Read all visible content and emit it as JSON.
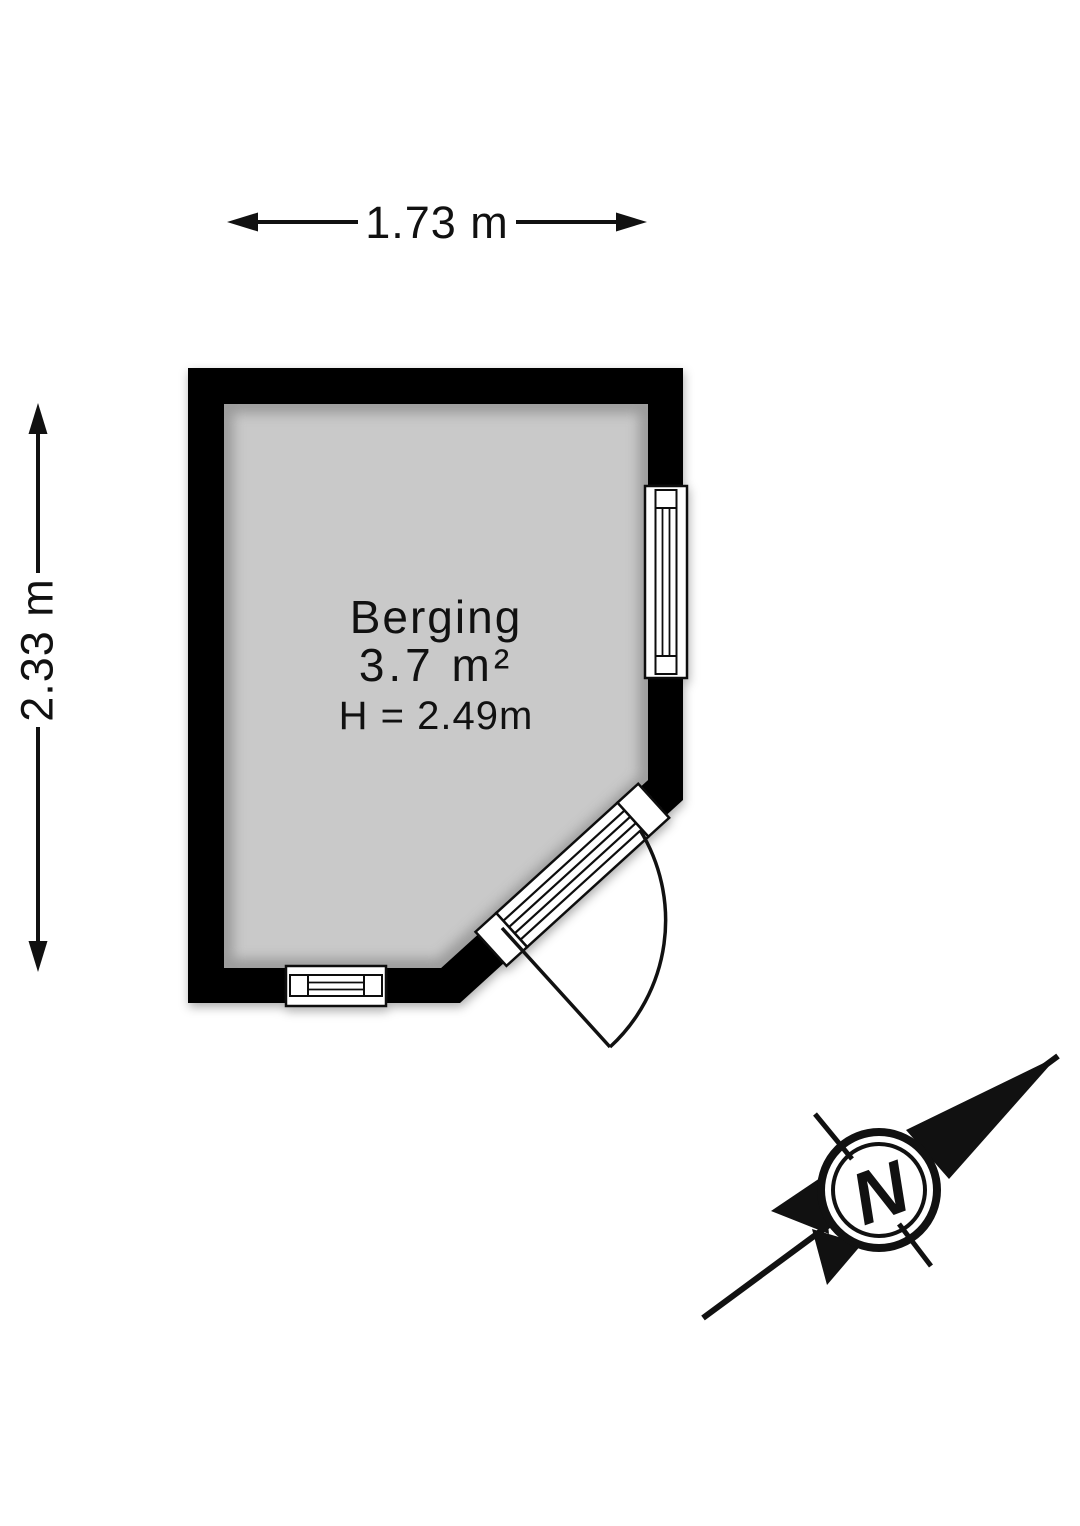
{
  "floorplan": {
    "dimension_width": {
      "label": "1.73 m"
    },
    "dimension_height": {
      "label": "2.33 m"
    },
    "room": {
      "name": "Berging",
      "area": "3.7 m²",
      "ceiling_height": "H = 2.49m"
    },
    "compass": {
      "label": "N"
    },
    "colors": {
      "wall": "#000000",
      "floor": "#c9c9c9",
      "outline": "#111111",
      "background": "#ffffff"
    }
  }
}
